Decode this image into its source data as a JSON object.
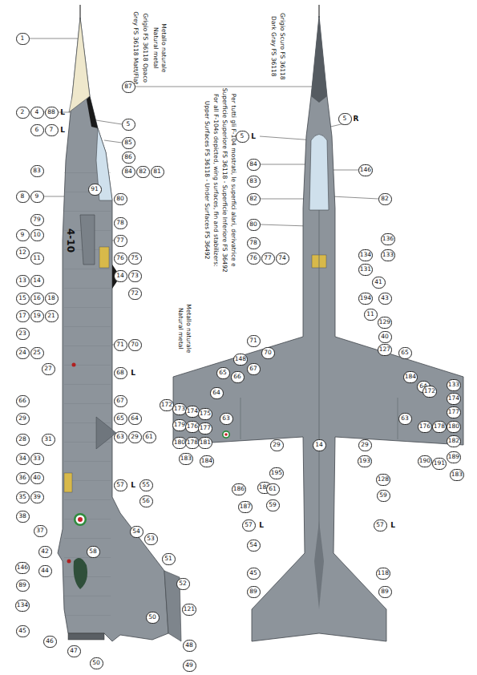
{
  "diagram": {
    "labels": [
      "Metallo naturale",
      "Natural metal",
      "Grigio FS 36118 Opaco",
      "Grey FS 36118 Matt/Flat",
      "Per tutti gli F-104 mostrati, le superfici alari, derivatrice e",
      "Superficie Superiore FS 36118 - Superficie Inferiore FS 36492",
      "For all F-104s depicted, wing surfaces, fin and stabilizers:",
      "Upper Surfaces FS 36118 - Under Surfaces FS 36492",
      "Grigio Scuro FS 36118",
      "Dark Gray FS 36118",
      "Metallo naturale",
      "Natural metal",
      "4-10",
      "1",
      "87",
      "2",
      "4",
      "88",
      "L",
      "5",
      "6",
      "7",
      "L",
      "85",
      "86",
      "84",
      "82",
      "81",
      "83",
      "91",
      "8",
      "9",
      "80",
      "79",
      "78",
      "9",
      "10",
      "77",
      "12",
      "11",
      "76",
      "75",
      "14",
      "73",
      "72",
      "13",
      "15",
      "14",
      "16",
      "18",
      "17",
      "19",
      "21",
      "23",
      "71",
      "70",
      "24",
      "25",
      "27",
      "68",
      "L",
      "66",
      "67",
      "65",
      "64",
      "29",
      "31",
      "63",
      "29",
      "61",
      "28",
      "34",
      "33",
      "36",
      "40",
      "57",
      "L",
      "55",
      "35",
      "39",
      "56",
      "38",
      "37",
      "54",
      "53",
      "42",
      "58",
      "51",
      "146",
      "44",
      "89",
      "52",
      "134",
      "121",
      "50",
      "45",
      "46",
      "48",
      "47",
      "50",
      "49",
      "5",
      "L",
      "84",
      "83",
      "82",
      "80",
      "78",
      "76",
      "77",
      "74",
      "71",
      "70",
      "67",
      "66",
      "65",
      "64",
      "148",
      "172",
      "173",
      "174",
      "175",
      "179",
      "176",
      "177",
      "180",
      "178",
      "181",
      "183",
      "184",
      "186",
      "187",
      "188",
      "63",
      "29",
      "195",
      "61",
      "59",
      "57",
      "L",
      "54",
      "45",
      "89",
      "14",
      "5",
      "R",
      "146",
      "82",
      "136",
      "134",
      "133",
      "131",
      "41",
      "194",
      "43",
      "11",
      "129",
      "40",
      "127",
      "65",
      "64",
      "184",
      "172",
      "133",
      "174",
      "177",
      "176",
      "178",
      "180",
      "182",
      "190",
      "191",
      "189",
      "183",
      "63",
      "29",
      "193",
      "128",
      "59",
      "57",
      "L",
      "118",
      "89"
    ]
  }
}
